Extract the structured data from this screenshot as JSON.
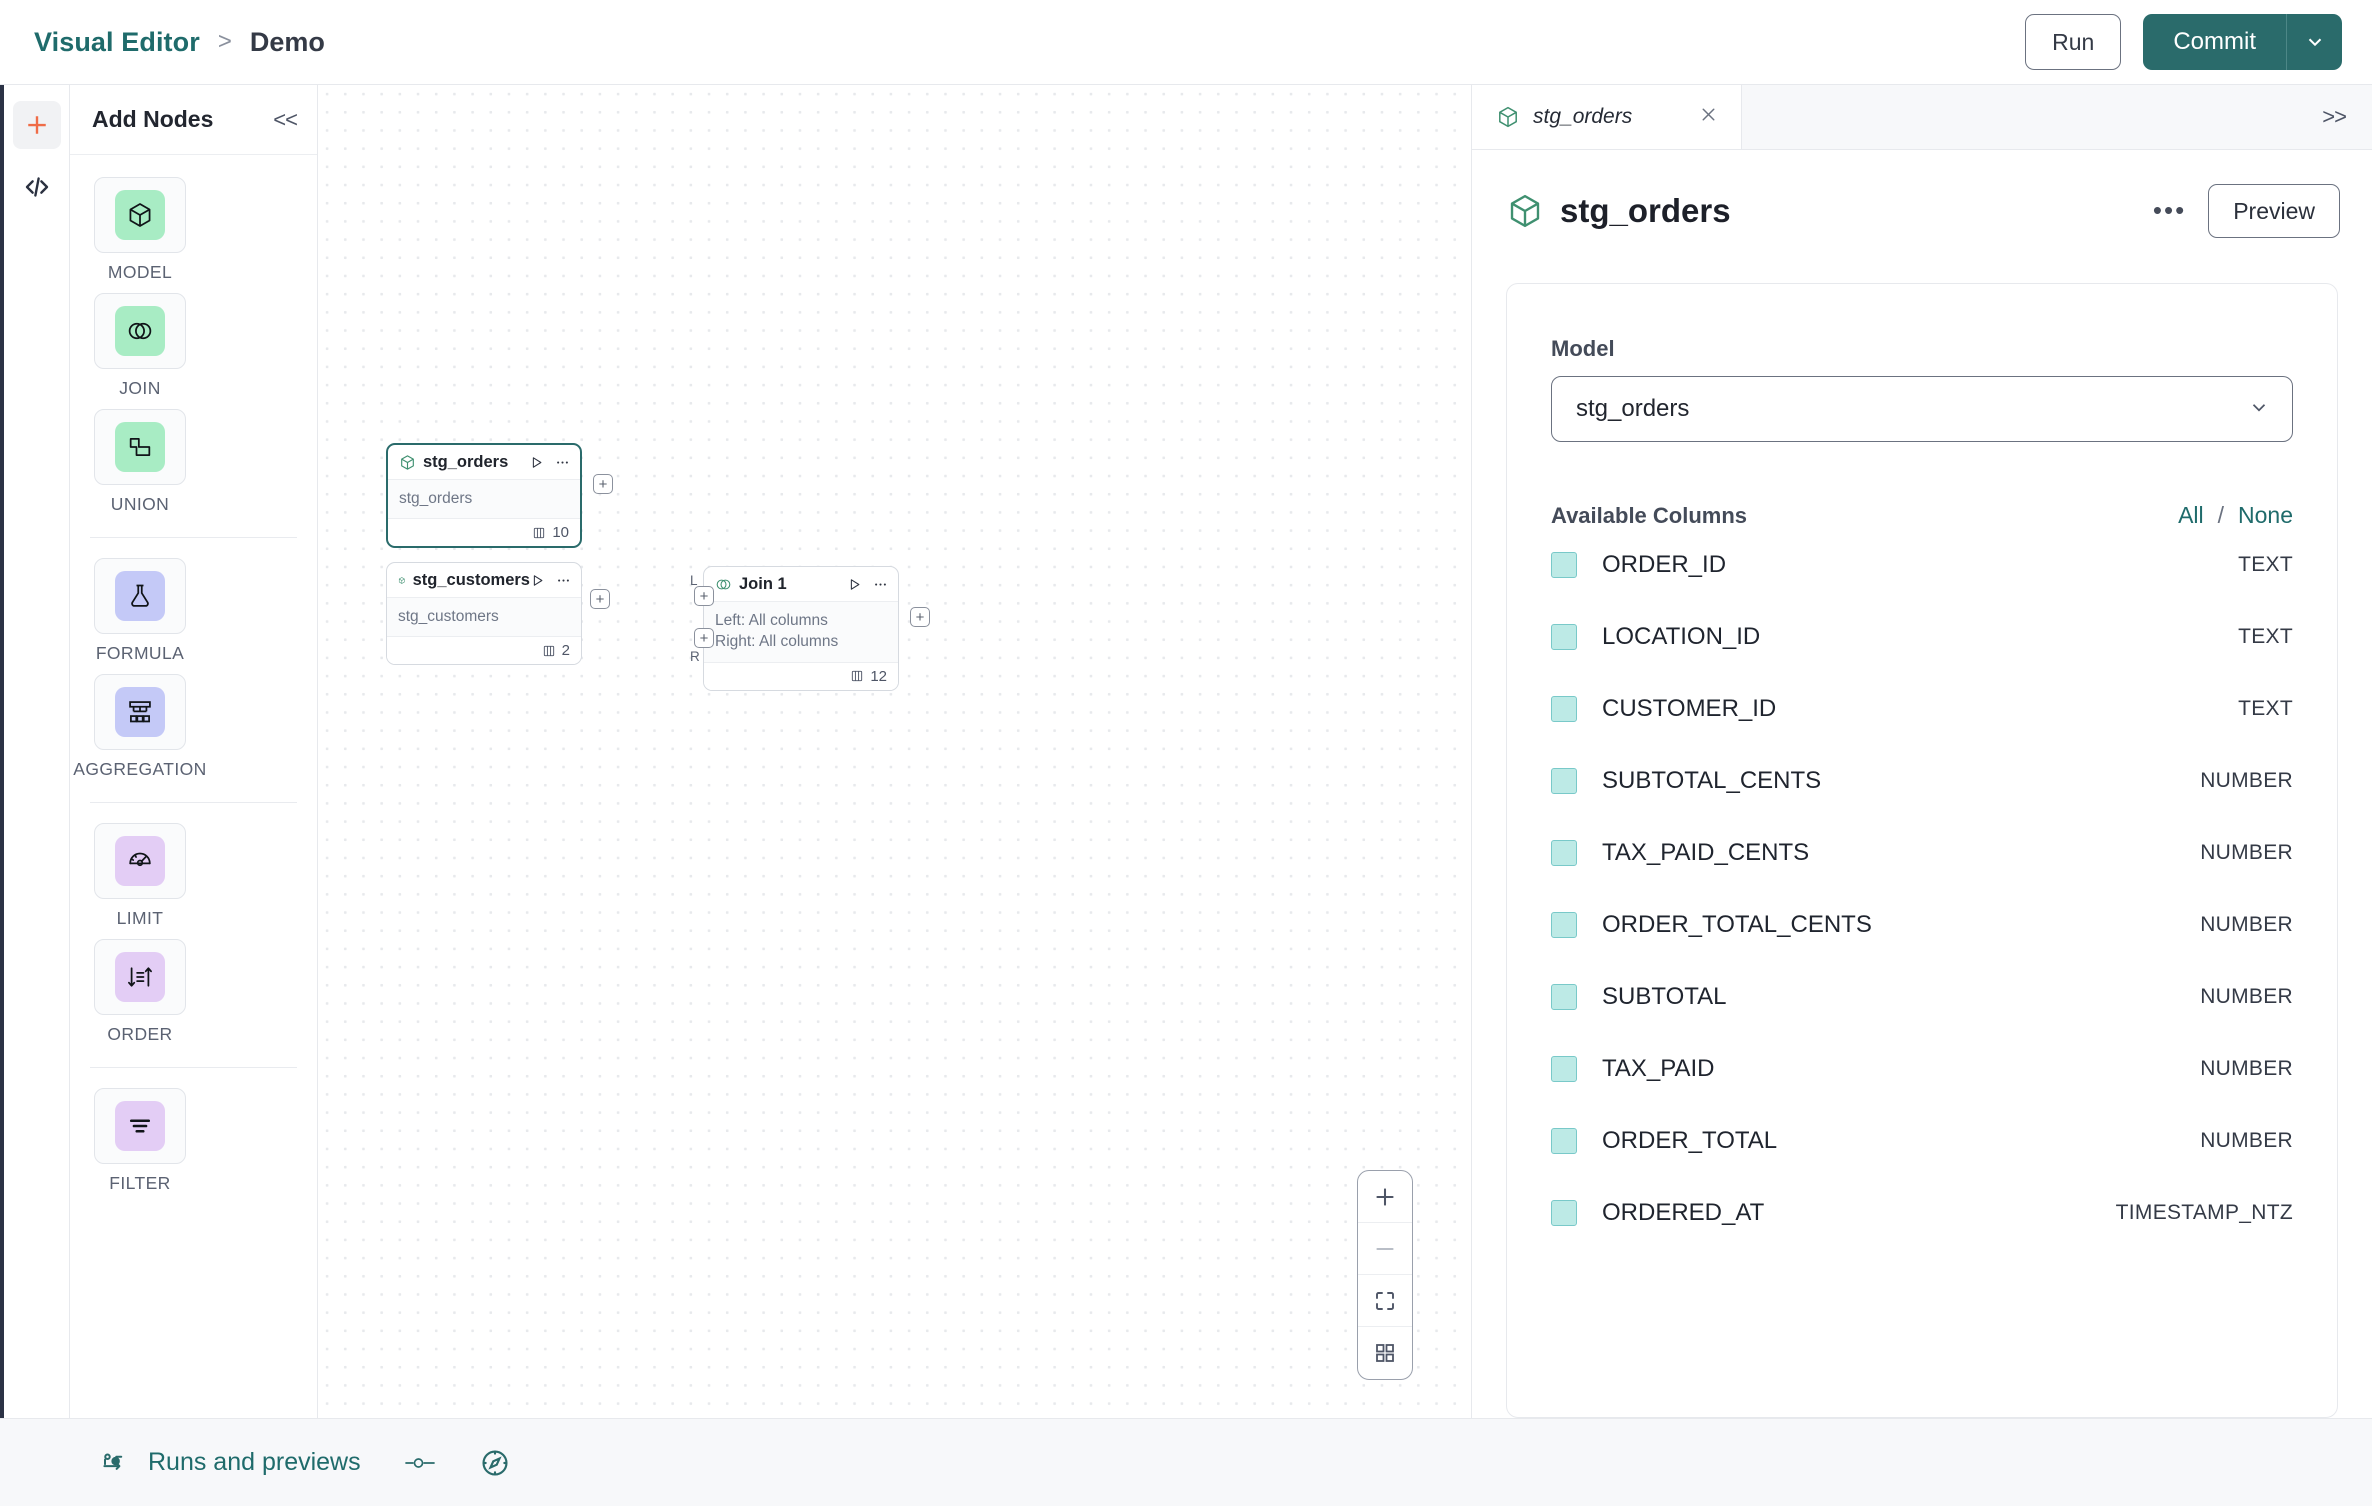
{
  "topbar": {
    "breadcrumb_root": "Visual Editor",
    "breadcrumb_sep": ">",
    "breadcrumb_current": "Demo",
    "run_label": "Run",
    "commit_label": "Commit"
  },
  "rail": {
    "add_icon": "plus-icon",
    "code_icon": "code-icon"
  },
  "nodes_panel": {
    "title": "Add Nodes",
    "collapse_label": "<<",
    "groups": [
      {
        "items": [
          {
            "label": "MODEL",
            "icon": "cube-icon",
            "swatch": "sw-green"
          },
          {
            "label": "JOIN",
            "icon": "venn-icon",
            "swatch": "sw-green"
          },
          {
            "label": "UNION",
            "icon": "union-icon",
            "swatch": "sw-green"
          }
        ]
      },
      {
        "items": [
          {
            "label": "FORMULA",
            "icon": "flask-icon",
            "swatch": "sw-blue"
          },
          {
            "label": "AGGREGATION",
            "icon": "hierarchy-icon",
            "swatch": "sw-blue"
          }
        ]
      },
      {
        "items": [
          {
            "label": "LIMIT",
            "icon": "gauge-icon",
            "swatch": "sw-violet"
          },
          {
            "label": "ORDER",
            "icon": "sort-icon",
            "swatch": "sw-violet"
          }
        ]
      },
      {
        "items": [
          {
            "label": "FILTER",
            "icon": "filter-icon",
            "swatch": "sw-violet"
          }
        ]
      }
    ]
  },
  "canvas": {
    "nodes": [
      {
        "title": "stg_orders",
        "icon": "cube-icon",
        "body": "stg_orders",
        "column_count": "10",
        "selected": true
      },
      {
        "title": "stg_customers",
        "icon": "cube-icon",
        "body": "stg_customers",
        "column_count": "2",
        "selected": false
      },
      {
        "title": "Join 1",
        "icon": "venn-icon",
        "body_left": "Left: All columns",
        "body_right": "Right: All columns",
        "column_count": "12",
        "selected": false,
        "handle_left_label": "L",
        "handle_right_label": "R"
      }
    ],
    "zoom_controls": [
      {
        "icon": "zoom-in-icon"
      },
      {
        "icon": "zoom-out-icon"
      },
      {
        "icon": "fit-view-icon"
      },
      {
        "icon": "grid-toggle-icon"
      }
    ]
  },
  "right_panel": {
    "tab_label": "stg_orders",
    "tab_icon": "cube-icon",
    "tab_close_icon": "close-icon",
    "expand_label": ">>",
    "panel_title": "stg_orders",
    "more_label": "•••",
    "preview_label": "Preview",
    "model_field_label": "Model",
    "model_value": "stg_orders",
    "columns_title": "Available Columns",
    "link_all": "All",
    "link_sep": "/",
    "link_none": "None",
    "columns": [
      {
        "name": "ORDER_ID",
        "type": "TEXT",
        "checked": true
      },
      {
        "name": "LOCATION_ID",
        "type": "TEXT",
        "checked": true
      },
      {
        "name": "CUSTOMER_ID",
        "type": "TEXT",
        "checked": true
      },
      {
        "name": "SUBTOTAL_CENTS",
        "type": "NUMBER",
        "checked": true
      },
      {
        "name": "TAX_PAID_CENTS",
        "type": "NUMBER",
        "checked": true
      },
      {
        "name": "ORDER_TOTAL_CENTS",
        "type": "NUMBER",
        "checked": true
      },
      {
        "name": "SUBTOTAL",
        "type": "NUMBER",
        "checked": true
      },
      {
        "name": "TAX_PAID",
        "type": "NUMBER",
        "checked": true
      },
      {
        "name": "ORDER_TOTAL",
        "type": "NUMBER",
        "checked": true
      },
      {
        "name": "ORDERED_AT",
        "type": "TIMESTAMP_NTZ",
        "checked": true
      }
    ]
  },
  "bottombar": {
    "runs_label": "Runs and previews",
    "runs_icon": "flow-icon",
    "toggle_icon": "slider-icon",
    "compass_icon": "compass-icon"
  },
  "colors": {
    "accent_teal": "#2a6b6b",
    "link_teal": "#1f6b6b",
    "plus_orange": "#ef6c47",
    "node_green": "#a8ecc4",
    "node_blue": "#c4c9f7",
    "node_violet": "#e3cdf5",
    "checkbox_fill": "#bdeae6"
  }
}
